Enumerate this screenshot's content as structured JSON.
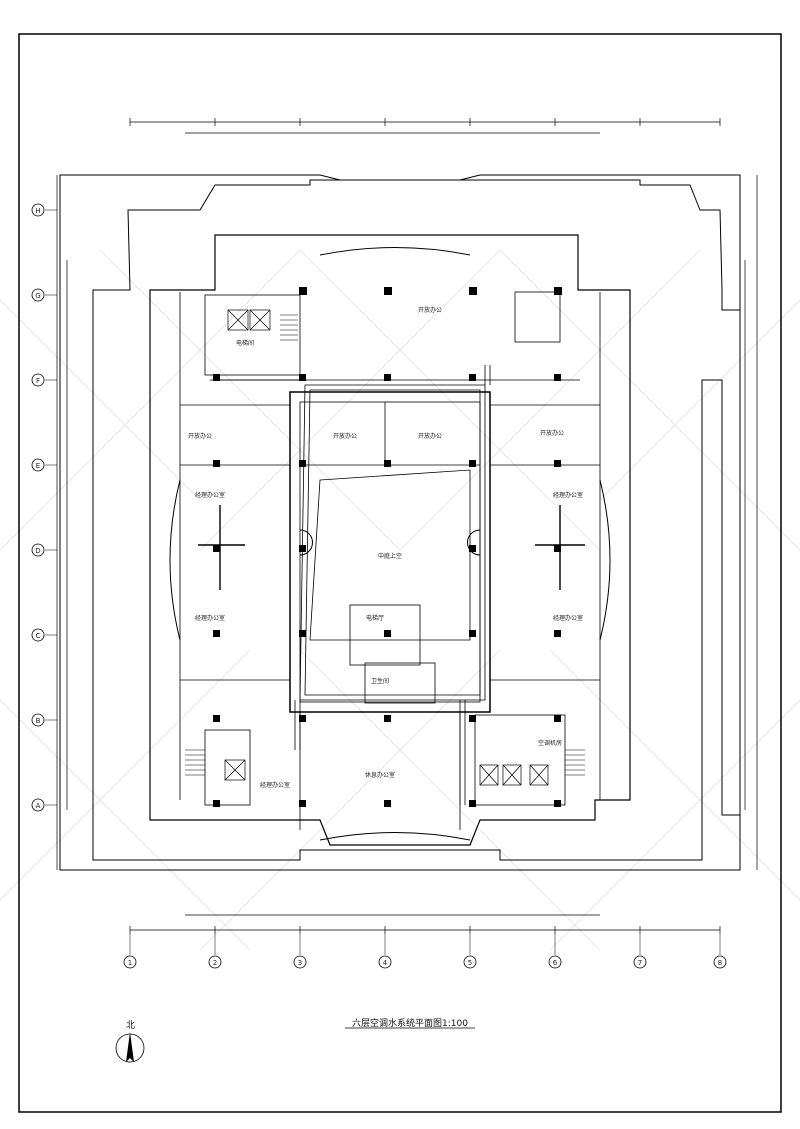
{
  "drawing": {
    "title": "六层空调水系统平面图1:100",
    "north_label": "北"
  },
  "grid": {
    "columns": [
      "1",
      "2",
      "3",
      "4",
      "5",
      "6",
      "7",
      "8"
    ],
    "rows": [
      "H",
      "G",
      "F",
      "E",
      "D",
      "C",
      "B",
      "A"
    ]
  },
  "rooms": {
    "office_top": "开放办公",
    "office_mid_left": "开放办公",
    "office_mid_center": "开放办公",
    "office_mid_center2": "开放办公",
    "office_mid_right": "开放办公",
    "meeting_left": "经理办公室",
    "meeting_left2": "经理办公室",
    "meeting_right": "经理办公室",
    "meeting_right2": "经理办公室",
    "atrium": "中庭上空",
    "lobby_bottom": "休息办公室",
    "lobby_bottom_left": "经理办公室",
    "machine_room": "电梯厅",
    "mech_left": "电梯间",
    "mech_right": "空调机房",
    "toilet": "卫生间"
  },
  "colors": {
    "line": "#000000",
    "paper": "#ffffff",
    "watermark": "#e6e6e6"
  }
}
